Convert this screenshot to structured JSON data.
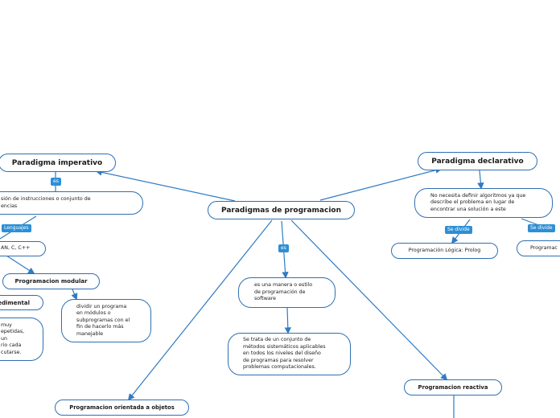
{
  "diagram": {
    "central": "Paradigmas de programacion",
    "imperative": {
      "title": "Paradigma imperativo",
      "es_tag": "es",
      "definition": "sión de instrucciones o conjunto de\nencias",
      "lenguajes_tag": "Lenguajes",
      "languages": "AN, C, C++",
      "modular": "Programacion modular",
      "modular_desc": "dividir un programa\nen módulos o\nsubprogramas con el\nfin de hacerlo más\nmanejable",
      "procedural": "edimental",
      "procedural_desc": "muy\nepetidas,\nun\nrio cada\ncutarse."
    },
    "declarative": {
      "title": "Paradigma declarativo",
      "definition": "No necesita definir algoritmos ya que\ndescribe el problema en lugar de\nencontrar una solución a este",
      "se_divide_1": "Se divide",
      "se_divide_2": "Se divide",
      "logic": "Programación Lógica: Prolog",
      "functional": "Programac"
    },
    "center_branch": {
      "es_tag": "es",
      "definition": "es una manera o estilo\nde programación de\nsoftware",
      "detail": "Se trata de un conjunto de\nmétodos sistemáticos aplicables\nen todos los niveles del diseño\nde programas para resolver\nproblemas computacionales."
    },
    "oop": "Programacion orientada a objetos",
    "reactive": "Programacion reactiva",
    "colors": {
      "node_border": "#2f6fb2",
      "connector": "#2f7bc4",
      "tag_bg": "#2d8fd5",
      "tag_text": "#ffffff"
    }
  }
}
